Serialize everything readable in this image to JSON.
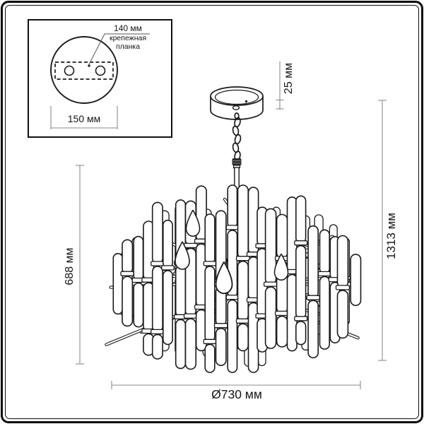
{
  "inset": {
    "plate_width_label": "140 мм",
    "plate_name_label": "крепежная планка",
    "canopy_diameter_label": "150 мм"
  },
  "dimensions": {
    "canopy_height_label": "25 мм",
    "body_height_label": "688 мм",
    "total_height_label": "1313 мм",
    "diameter_label": "Ø730 мм"
  },
  "colors": {
    "line": "#1a1a1a",
    "dim_line": "#8c8c8c",
    "background": "#ffffff"
  }
}
